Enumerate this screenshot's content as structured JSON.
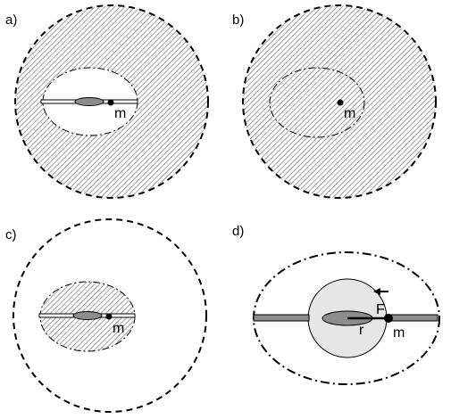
{
  "panels": [
    {
      "label": "a)",
      "mass_label": "m"
    },
    {
      "label": "b)",
      "mass_label": "m"
    },
    {
      "label": "c)",
      "mass_label": "m"
    },
    {
      "label": "d)",
      "mass_label": "m",
      "force_label": "F",
      "radius_label": "r"
    }
  ],
  "colors": {
    "stroke": "#000000",
    "background": "#ffffff",
    "rod": "#8c8c8c",
    "disk": "#e6e6e6"
  }
}
